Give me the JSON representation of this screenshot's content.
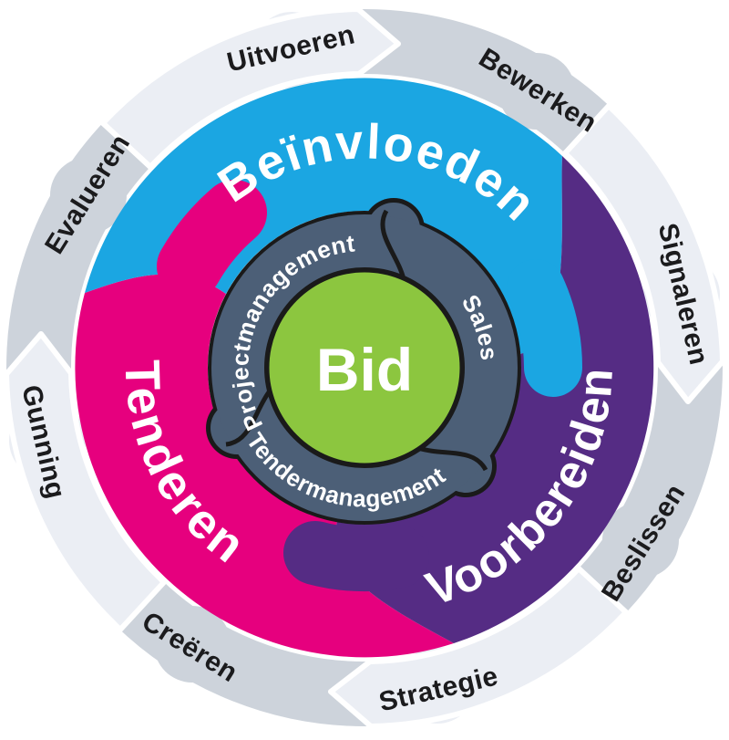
{
  "diagram": {
    "title": "Bid lifecycle wheel",
    "center": {
      "label": "Bid",
      "color": "#8CC63F"
    },
    "management_ring": {
      "color": "#4C5F77",
      "outline_color": "#1A1A1A",
      "labels": [
        "Projectmanagement",
        "Sales",
        "Tendermanagement"
      ]
    },
    "phase_ring": {
      "segments": [
        {
          "label": "Beïnvloeden",
          "color": "#1BA6E2"
        },
        {
          "label": "Voorbereiden",
          "color": "#552C84"
        },
        {
          "label": "Tenderen",
          "color": "#E6007E"
        }
      ]
    },
    "activity_ring": {
      "color_dark": "#CDD3DB",
      "color_light": "#EBEEF4",
      "labels": [
        "Uitvoeren",
        "Bewerken",
        "Signaleren",
        "Beslissen",
        "Strategie",
        "Creëren",
        "Gunning",
        "Evalueren"
      ]
    }
  }
}
